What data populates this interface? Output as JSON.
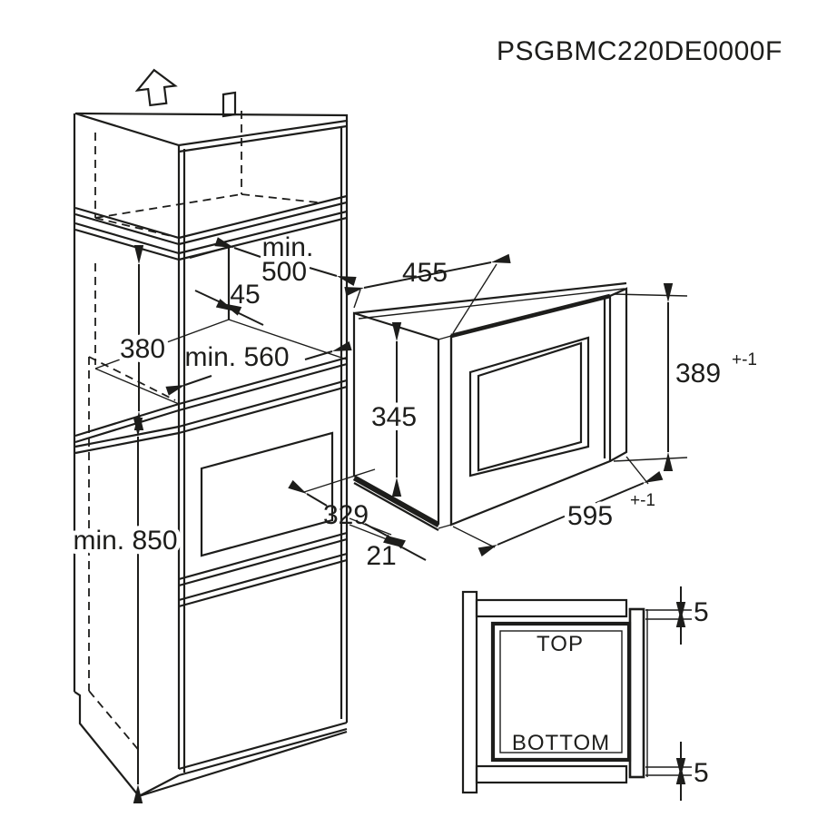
{
  "title": "PSGBMC220DE0000F",
  "cabinet": {
    "niche_width_prefix": "min.",
    "niche_width": "500",
    "side_clearance": "45",
    "niche_height": "380",
    "niche_depth": "min. 560",
    "base_height": "min. 850",
    "recess_depth": "329"
  },
  "microwave": {
    "depth": "455",
    "body_height": "345",
    "front_height": "389",
    "front_height_tolerance": "+-1",
    "front_width": "595",
    "front_width_tolerance": "+-1",
    "door_thickness": "21"
  },
  "detail": {
    "top_label": "TOP",
    "bottom_label": "BOTTOM",
    "overlap_top": "5",
    "overlap_bottom": "5"
  },
  "colors": {
    "line": "#1d1d1b",
    "background": "#ffffff"
  }
}
